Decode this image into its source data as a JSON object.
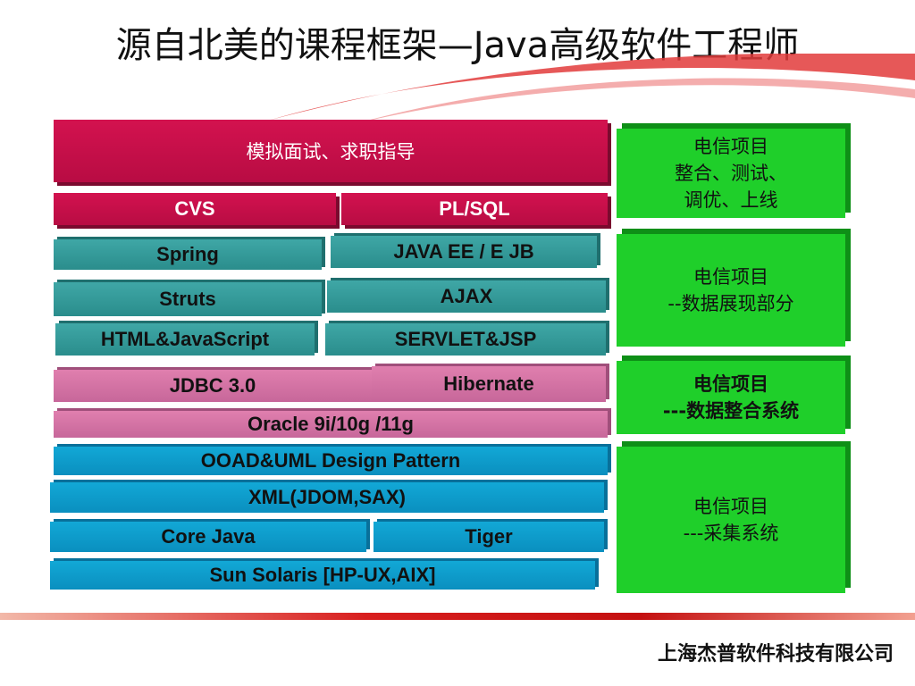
{
  "title": "源自北美的课程框架—Java高级软件工程师",
  "left_stack": {
    "interview": "模拟面试、求职指导",
    "cvs": "CVS",
    "plsql": "PL/SQL",
    "spring": "Spring",
    "javaee": "JAVA EE / E JB",
    "struts": "Struts",
    "ajax": "AJAX",
    "html_js": "HTML&JavaScript",
    "servlet_jsp": "SERVLET&JSP",
    "jdbc": "JDBC 3.0",
    "hibernate": "Hibernate",
    "oracle": "Oracle 9i/10g /11g",
    "ooad": "OOAD&UML  Design Pattern",
    "xml": "XML(JDOM,SAX)",
    "core_java": "Core Java",
    "tiger": "Tiger",
    "solaris": "Sun Solaris [HP-UX,AIX]"
  },
  "right_projects": [
    {
      "lines": [
        "电信项目",
        "整合、测试、",
        "调优、上线"
      ]
    },
    {
      "lines": [
        "电信项目",
        "--数据展现部分"
      ]
    },
    {
      "lines": [
        "电信项目",
        "---数据整合系统"
      ]
    },
    {
      "lines": [
        "电信项目",
        "---采集系统"
      ]
    }
  ],
  "company": "上海杰普软件科技有限公司",
  "colors": {
    "crimson": "#c8104a",
    "teal": "#339b9a",
    "pink": "#d774a5",
    "blue": "#0f9dcc",
    "green": "#1fcf2a",
    "accent_red": "#d81e1e"
  }
}
